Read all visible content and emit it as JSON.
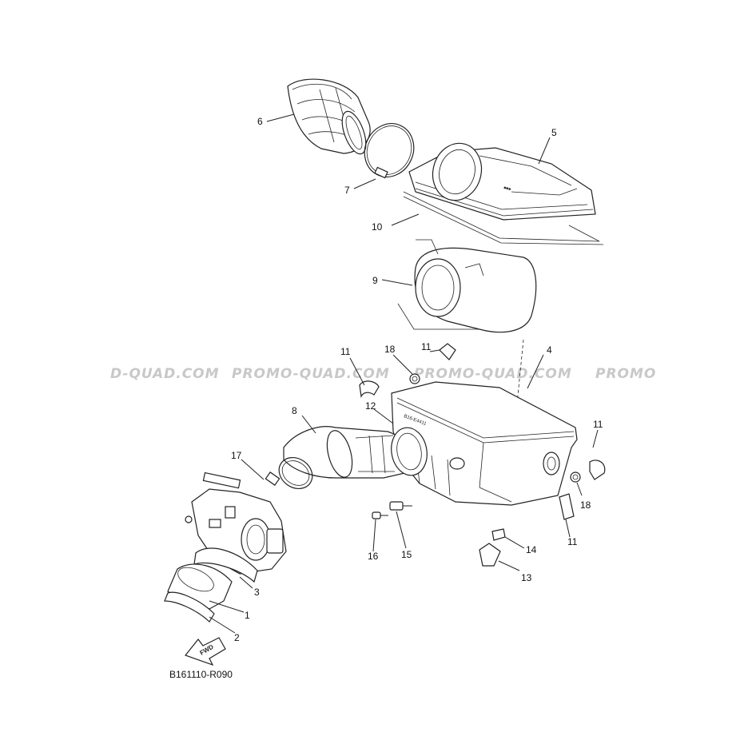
{
  "diagram": {
    "reference_code": "B161110-R090",
    "fwd_label": "FWD",
    "watermark": "PROMO-QUAD.COM",
    "watermarks": [
      "D-QUAD.COM",
      "PROMO-QUAD.COM",
      "PROMO-QUAD.COM",
      "PROMO"
    ],
    "part_numbers": {
      "p1": "1",
      "p2": "2",
      "p3": "3",
      "p4": "4",
      "p5": "5",
      "p6": "6",
      "p7": "7",
      "p8": "8",
      "p9": "9",
      "p10": "10",
      "p11a": "11",
      "p11b": "11",
      "p11c": "11",
      "p11d": "11",
      "p12": "12",
      "p13": "13",
      "p14": "14",
      "p15": "15",
      "p16": "16",
      "p17": "17",
      "p18a": "18",
      "p18b": "18"
    },
    "embossed": {
      "case_code": "B16-E4411"
    }
  }
}
